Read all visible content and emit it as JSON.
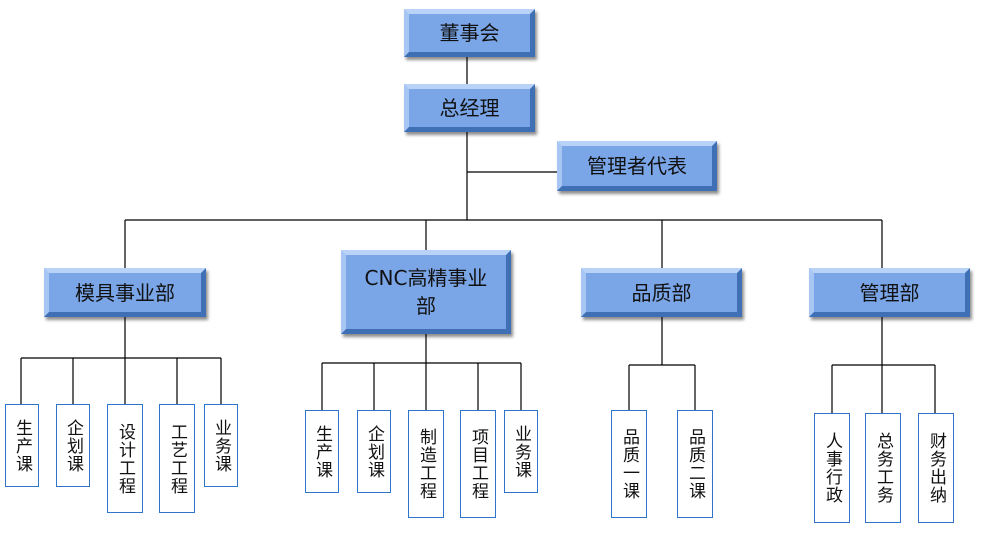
{
  "chairman": "董事会",
  "general_manager": "总经理",
  "management_rep": "管理者代表",
  "departments": [
    {
      "name": "模具事业部",
      "units": [
        "生产课",
        "企划课",
        "设计工程",
        "工艺工程",
        "业务课"
      ]
    },
    {
      "name": "CNC高精事业部",
      "units": [
        "生产课",
        "企划课",
        "制造工程",
        "项目工程",
        "业务课"
      ]
    },
    {
      "name": "品质部",
      "units": [
        "品质一课",
        "品质二课"
      ]
    },
    {
      "name": "管理部",
      "units": [
        "人事行政",
        "总务工务",
        "财务出纳"
      ]
    }
  ],
  "colors": {
    "box_fill": "#7aa6e8",
    "leaf_border": "#2e75c9",
    "line": "#000000"
  }
}
